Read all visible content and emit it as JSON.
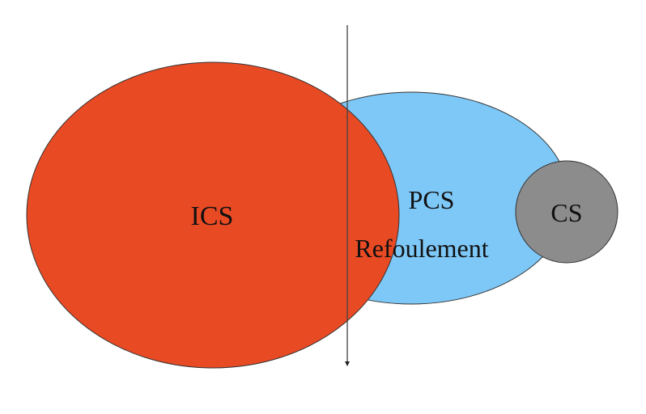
{
  "labels": {
    "ics": "ICS",
    "pcs": "PCS",
    "refoulement": "Refoulement",
    "cs": "CS"
  },
  "colors": {
    "ics": "#e84a24",
    "pcs": "#7ec8f8",
    "cs": "#8c8c8c",
    "stroke": "#333333"
  }
}
